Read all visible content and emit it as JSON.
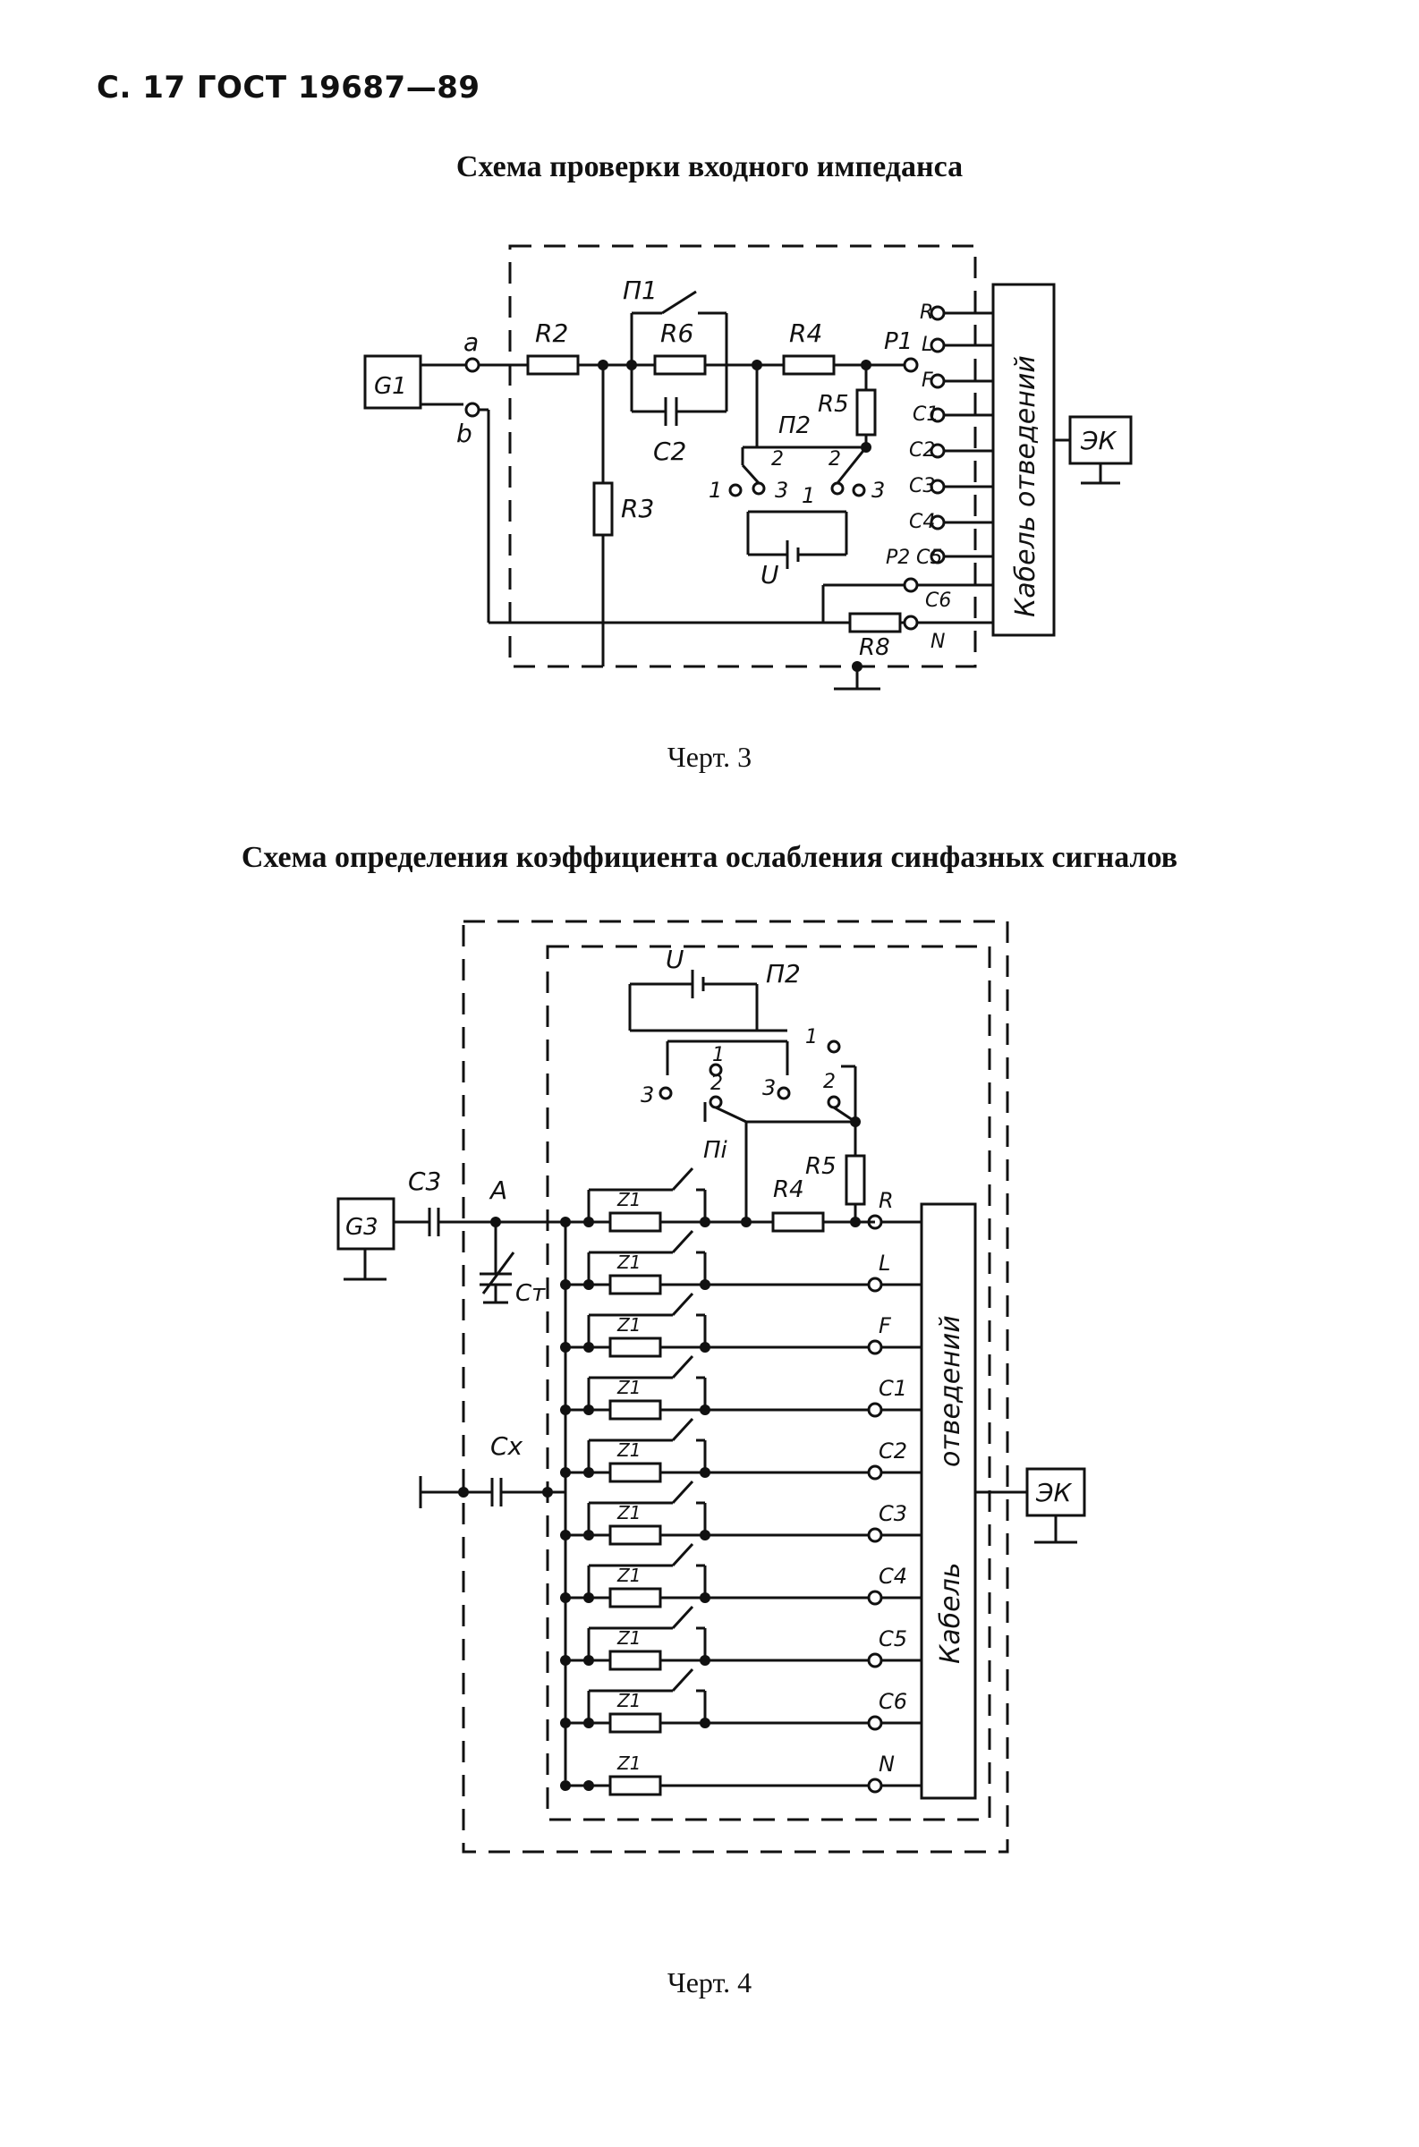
{
  "page_header": "С. 17 ГОСТ 19687—89",
  "figure3": {
    "title": "Схема проверки входного импеданса",
    "caption": "Черт. 3",
    "labels": {
      "g1": "G1",
      "a": "a",
      "b": "b",
      "r2": "R2",
      "r3": "R3",
      "p1_switch": "П1",
      "r6": "R6",
      "c2": "C2",
      "r4": "R4",
      "p1": "P1",
      "r5": "R5",
      "p2_switch": "П2",
      "u": "U",
      "p2": "P2",
      "r8": "R8",
      "ek": "ЭК",
      "cable": "Кабель отведений",
      "sw1": "1",
      "sw2": "2",
      "sw3": "3",
      "leads": [
        "R",
        "L",
        "F",
        "C1",
        "C2",
        "C3",
        "C4",
        "C5",
        "C6",
        "N"
      ]
    }
  },
  "figure4": {
    "title": "Схема определения коэффициента ослабления синфазных сигналов",
    "caption": "Черт. 4",
    "labels": {
      "g3": "G3",
      "c3": "C3",
      "a": "A",
      "ct": "Cт",
      "cx": "Cx",
      "u": "U",
      "p2": "П2",
      "pi": "Пi",
      "r5": "R5",
      "r4": "R4",
      "z1": "Z1",
      "ek": "ЭК",
      "cable_a": "отведений",
      "cable_b": "Кабель",
      "sw1": "1",
      "sw2": "2",
      "sw3": "3",
      "leads": [
        "R",
        "L",
        "F",
        "C1",
        "C2",
        "C3",
        "C4",
        "C5",
        "C6",
        "N"
      ]
    }
  }
}
